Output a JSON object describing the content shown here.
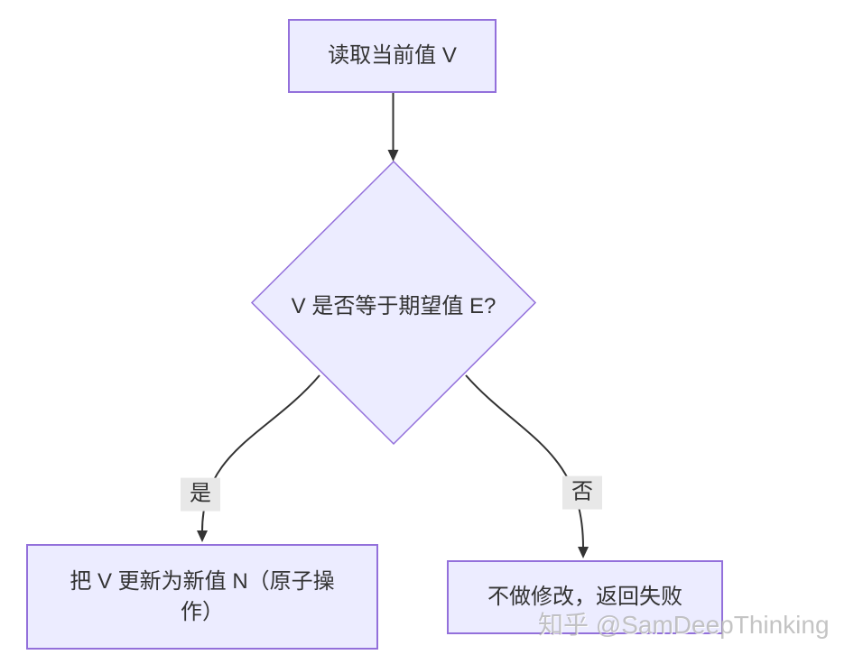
{
  "flowchart": {
    "nodes": [
      {
        "id": "read",
        "shape": "rect",
        "label": "读取当前值 V"
      },
      {
        "id": "decision",
        "shape": "diamond",
        "label": "V 是否等于期望值 E?"
      },
      {
        "id": "update",
        "shape": "rect",
        "label": "把 V 更新为新值 N（原子操作）"
      },
      {
        "id": "fail",
        "shape": "rect",
        "label": "不做修改，返回失败"
      }
    ],
    "edges": [
      {
        "from": "read",
        "to": "decision",
        "label": ""
      },
      {
        "from": "decision",
        "to": "update",
        "label": "是"
      },
      {
        "from": "decision",
        "to": "fail",
        "label": "否"
      }
    ],
    "colors": {
      "node_fill": "#ECECFF",
      "node_border": "#9370DB",
      "edge_stroke": "#333333",
      "edge_label_bg": "#e8e8e8",
      "text": "#333333",
      "background": "#ffffff"
    }
  },
  "watermark": {
    "text": "知乎 @SamDeepThinking",
    "color": "#bdbdbd"
  }
}
